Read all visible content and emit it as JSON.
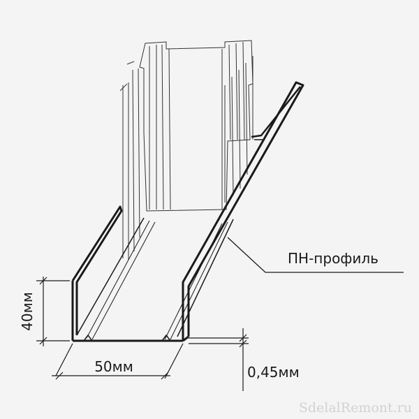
{
  "labels": {
    "profile_name": "ПН-профиль",
    "height": "40мм",
    "width": "50мм",
    "thickness": "0,45мм"
  },
  "watermark": "SdelalRemont.ru",
  "colors": {
    "background": "#f4f4f4",
    "line": "#1a1a1a",
    "watermark": "#d2d2d2"
  }
}
